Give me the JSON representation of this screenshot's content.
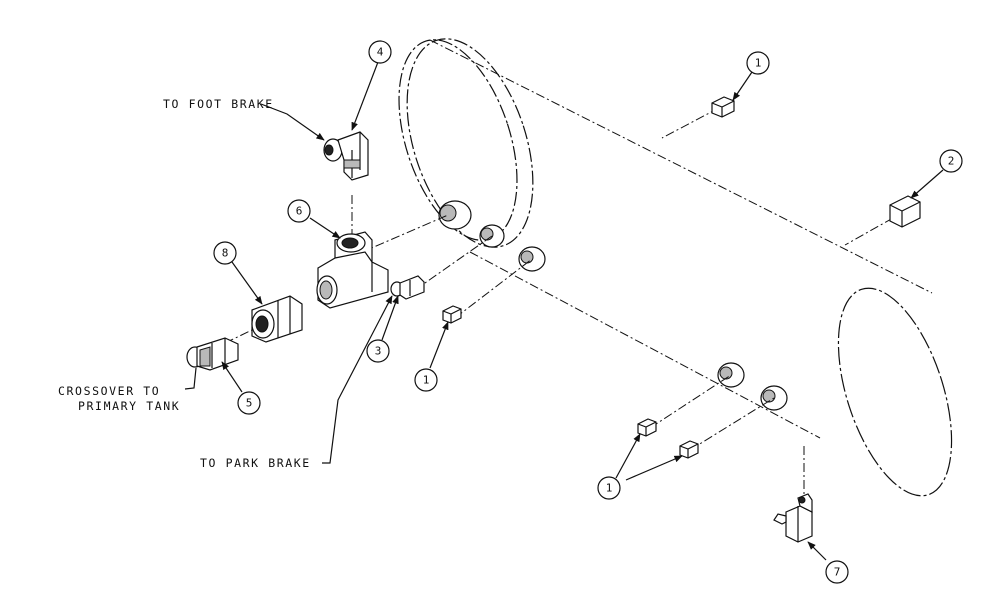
{
  "labels": {
    "foot_brake": "TO FOOT BRAKE",
    "park_brake": "TO PARK BRAKE",
    "crossover_line1": "CROSSOVER TO",
    "crossover_line2": "PRIMARY TANK"
  },
  "callouts": {
    "c4": "4",
    "c1_top": "1",
    "c2": "2",
    "c6": "6",
    "c8": "8",
    "c3": "3",
    "c1_mid": "1",
    "c5": "5",
    "c1_bottom": "1",
    "c7": "7"
  }
}
